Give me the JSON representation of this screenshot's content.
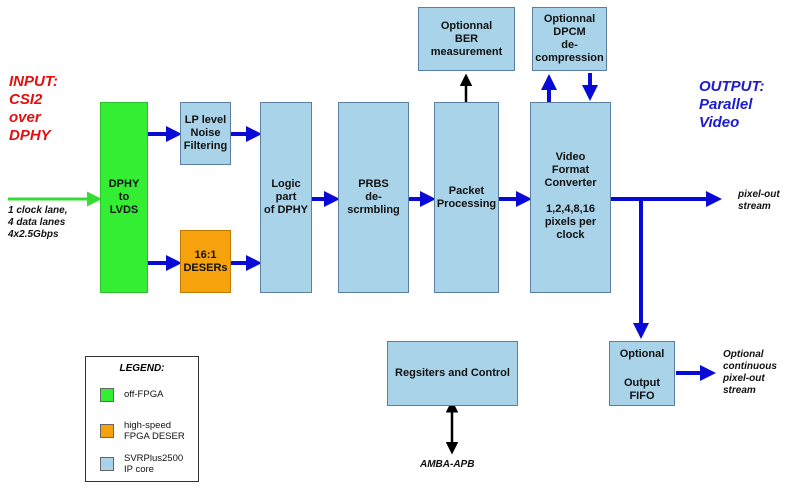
{
  "input_label": "INPUT:\nCSI2\nover\nDPHY",
  "output_label": "OUTPUT:\nParallel\nVideo",
  "input_note": "1 clock lane,\n4 data lanes\n4x2.5Gbps",
  "pixel_out_label": "pixel-out\nstream",
  "fifo_out_label": "Optional\ncontinuous\npixel-out\nstream",
  "amba_label": "AMBA-APB",
  "blocks": {
    "dphy_lvds": "DPHY\nto\nLVDS",
    "lp_noise": "LP level\nNoise\nFiltering",
    "deser": "16:1\nDESERs",
    "logic_dphy": "Logic\npart\nof DPHY",
    "prbs": "PRBS\nde-\nscrmbling",
    "packet": "Packet\nProcessing",
    "ber": "Optionnal\nBER\nmeasurement",
    "dpcm": "Optionnal\nDPCM\nde-\ncompression",
    "vfc_title": "Video\nFormat\nConverter",
    "vfc_pixels": "1,2,4,8,16\npixels per\nclock",
    "regs": "Regsiters and Control",
    "fifo_top": "Optional",
    "fifo_bottom": "Output\nFIFO"
  },
  "legend": {
    "title": "LEGEND:",
    "items": [
      {
        "color": "#33ee33",
        "label": "off-FPGA"
      },
      {
        "color": "#f5a20c",
        "label": "high-speed\nFPGA DESER"
      },
      {
        "color": "#a9d3e8",
        "label": "SVRPlus2500\nIP core"
      }
    ]
  },
  "colors": {
    "arrow_blue": "#0a0ad6",
    "arrow_green": "#33dd33",
    "arrow_black": "#000000"
  }
}
